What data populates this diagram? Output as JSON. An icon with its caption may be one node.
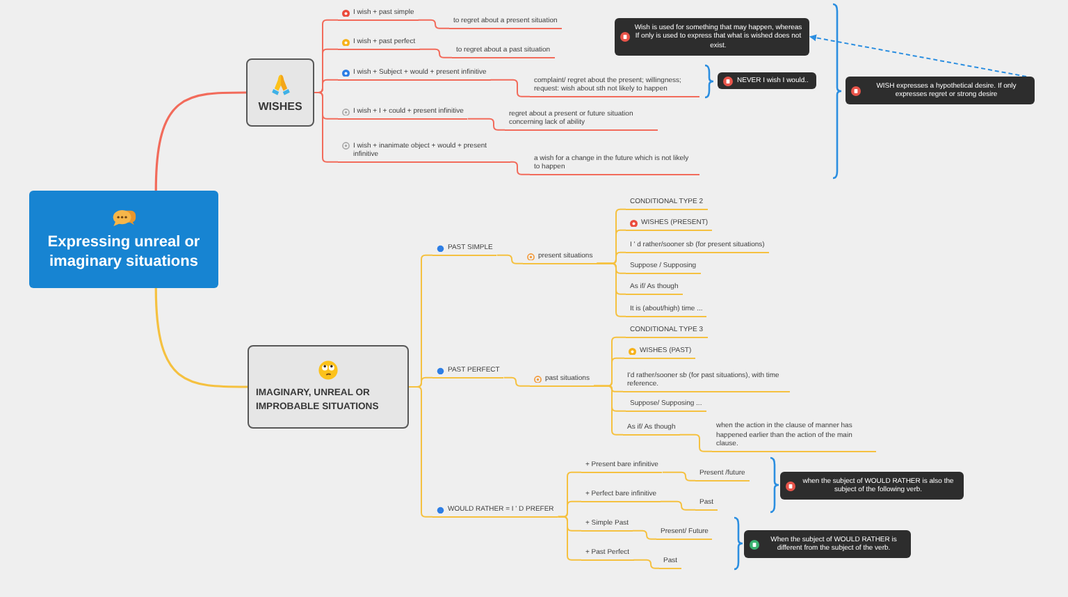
{
  "diagram": {
    "nodes": [
      {
        "text": [
          "Expressing unreal or imaginary situations"
        ]
      },
      {
        "text": [
          "WISHES"
        ]
      },
      {
        "text": [
          "I wish + past simple"
        ]
      },
      {
        "text": [
          "to regret about a present situation"
        ]
      },
      {
        "text": [
          "I wish + past perfect"
        ]
      },
      {
        "text": [
          "to regret about a past situation"
        ]
      },
      {
        "text": [
          "I wish + Subject + would + present infinitive"
        ]
      },
      {
        "text": [
          "complaint/ regret about the present; willingness; request: wish about sth not likely to happen"
        ]
      },
      {
        "text": [
          "NEVER I wish I would.."
        ]
      },
      {
        "text": [
          "I wish + I + could + present infinitive"
        ]
      },
      {
        "text": [
          "regret about a present or future situation concerning lack of ability"
        ]
      },
      {
        "text": [
          "I wish + inanimate object + would + present infinitive"
        ]
      },
      {
        "text": [
          "a wish for a change in the future which is not likely to happen"
        ]
      },
      {
        "text": [
          "Wish is used for something that may happen, whereas If only is used to express that what is wished does not exist."
        ]
      },
      {
        "text": [
          "WISH expresses a hypothetical desire. If only expresses regret or strong desire"
        ]
      },
      {
        "text": [
          "IMAGINARY, UNREAL OR IMPROBABLE SITUATIONS"
        ]
      },
      {
        "text": [
          "PAST SIMPLE"
        ]
      },
      {
        "text": [
          "present situations"
        ]
      },
      {
        "text": [
          "CONDITIONAL TYPE 2"
        ]
      },
      {
        "text": [
          "WISHES (PRESENT)"
        ]
      },
      {
        "text": [
          "I ' d rather/sooner sb (for present situations)"
        ]
      },
      {
        "text": [
          "Suppose / Supposing"
        ]
      },
      {
        "text": [
          "As if/ As though"
        ]
      },
      {
        "text": [
          "It is (about/high) time ..."
        ]
      },
      {
        "text": [
          "PAST PERFECT"
        ]
      },
      {
        "text": [
          "past situations"
        ]
      },
      {
        "text": [
          "CONDITIONAL TYPE 3"
        ]
      },
      {
        "text": [
          "WISHES (PAST)"
        ]
      },
      {
        "text": [
          "I'd rather/sooner sb (for past situations), with time reference."
        ]
      },
      {
        "text": [
          "Suppose/ Supposing ..."
        ]
      },
      {
        "text": [
          "As if/ As though"
        ]
      },
      {
        "text": [
          "when the action in the clause of manner has happened earlier than the action of the main clause."
        ]
      },
      {
        "text": [
          "WOULD RATHER = I ' D PREFER"
        ]
      },
      {
        "text": [
          "+ Present bare infinitive"
        ]
      },
      {
        "text": [
          "Present /future"
        ]
      },
      {
        "text": [
          "+ Perfect bare infinitive"
        ]
      },
      {
        "text": [
          "Past"
        ]
      },
      {
        "text": [
          "when the subject of WOULD RATHER is also the subject of the following verb."
        ]
      },
      {
        "text": [
          "+ Simple Past"
        ]
      },
      {
        "text": [
          "Present/ Future"
        ]
      },
      {
        "text": [
          "+ Past Perfect"
        ]
      },
      {
        "text": [
          "Past"
        ]
      },
      {
        "text": [
          "When the subject of WOULD RATHER is different from the subject of the verb."
        ]
      }
    ],
    "edges": [
      {
        "from": 0,
        "to": 1,
        "arrow": "none",
        "color": "#f26b5b"
      },
      {
        "from": 0,
        "to": 15,
        "arrow": "none"
      },
      {
        "from": 1,
        "to": 2,
        "arrow": "none",
        "color": "#f26b5b"
      },
      {
        "from": 1,
        "to": 4,
        "arrow": "none",
        "color": "#f26b5b"
      },
      {
        "from": 1,
        "to": 6,
        "arrow": "none",
        "color": "#f26b5b"
      },
      {
        "from": 1,
        "to": 9,
        "arrow": "none",
        "color": "#f26b5b"
      },
      {
        "from": 1,
        "to": 11,
        "arrow": "none",
        "color": "#f26b5b"
      },
      {
        "from": 2,
        "to": 3,
        "arrow": "none",
        "color": "#f26b5b"
      },
      {
        "from": 4,
        "to": 5,
        "arrow": "none",
        "color": "#f26b5b"
      },
      {
        "from": 6,
        "to": 7,
        "arrow": "none",
        "color": "#f26b5b"
      },
      {
        "from": 9,
        "to": 10,
        "arrow": "none",
        "color": "#f26b5b"
      },
      {
        "from": 11,
        "to": 12,
        "arrow": "none",
        "color": "#f26b5b"
      },
      {
        "from": 14,
        "to": 13,
        "arrow": "to",
        "style": "dashed",
        "color": "#2b8ee0"
      },
      {
        "from": 15,
        "to": 16,
        "arrow": "none"
      },
      {
        "from": 15,
        "to": 24,
        "arrow": "none"
      },
      {
        "from": 15,
        "to": 32,
        "arrow": "none"
      },
      {
        "from": 16,
        "to": 17,
        "arrow": "none"
      },
      {
        "from": 17,
        "to": 18,
        "arrow": "none"
      },
      {
        "from": 17,
        "to": 19,
        "arrow": "none"
      },
      {
        "from": 17,
        "to": 20,
        "arrow": "none"
      },
      {
        "from": 17,
        "to": 21,
        "arrow": "none"
      },
      {
        "from": 17,
        "to": 22,
        "arrow": "none"
      },
      {
        "from": 17,
        "to": 23,
        "arrow": "none"
      },
      {
        "from": 24,
        "to": 25,
        "arrow": "none"
      },
      {
        "from": 25,
        "to": 26,
        "arrow": "none"
      },
      {
        "from": 25,
        "to": 27,
        "arrow": "none"
      },
      {
        "from": 25,
        "to": 28,
        "arrow": "none"
      },
      {
        "from": 25,
        "to": 29,
        "arrow": "none"
      },
      {
        "from": 25,
        "to": 30,
        "arrow": "none"
      },
      {
        "from": 30,
        "to": 31,
        "arrow": "none"
      },
      {
        "from": 32,
        "to": 33,
        "arrow": "none"
      },
      {
        "from": 32,
        "to": 35,
        "arrow": "none"
      },
      {
        "from": 32,
        "to": 38,
        "arrow": "none"
      },
      {
        "from": 32,
        "to": 40,
        "arrow": "none"
      },
      {
        "from": 33,
        "to": 34,
        "arrow": "none"
      },
      {
        "from": 35,
        "to": 36,
        "arrow": "none"
      },
      {
        "from": 38,
        "to": 39,
        "arrow": "none"
      },
      {
        "from": 40,
        "to": 41,
        "arrow": "none"
      }
    ]
  }
}
